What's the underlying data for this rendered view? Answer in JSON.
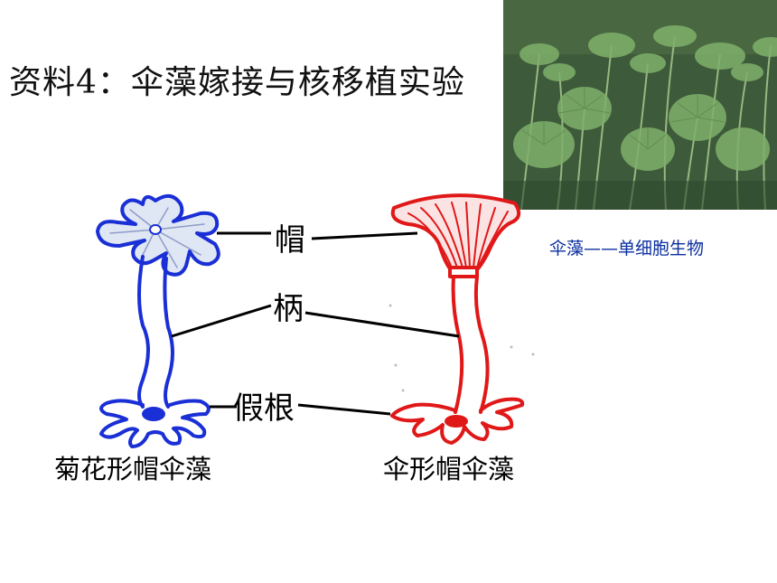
{
  "title": "资料4：伞藻嫁接与核移植实验",
  "photo": {
    "caption": "伞藻——单细胞生物"
  },
  "labels": {
    "cap": "帽",
    "stalk": "柄",
    "rhizoid": "假根"
  },
  "species": {
    "left": "菊花形帽伞藻",
    "right": "伞形帽伞藻"
  },
  "colors": {
    "left_alga": "#1a2fd6",
    "right_alga": "#e01818",
    "caption": "#0b2fa0"
  }
}
